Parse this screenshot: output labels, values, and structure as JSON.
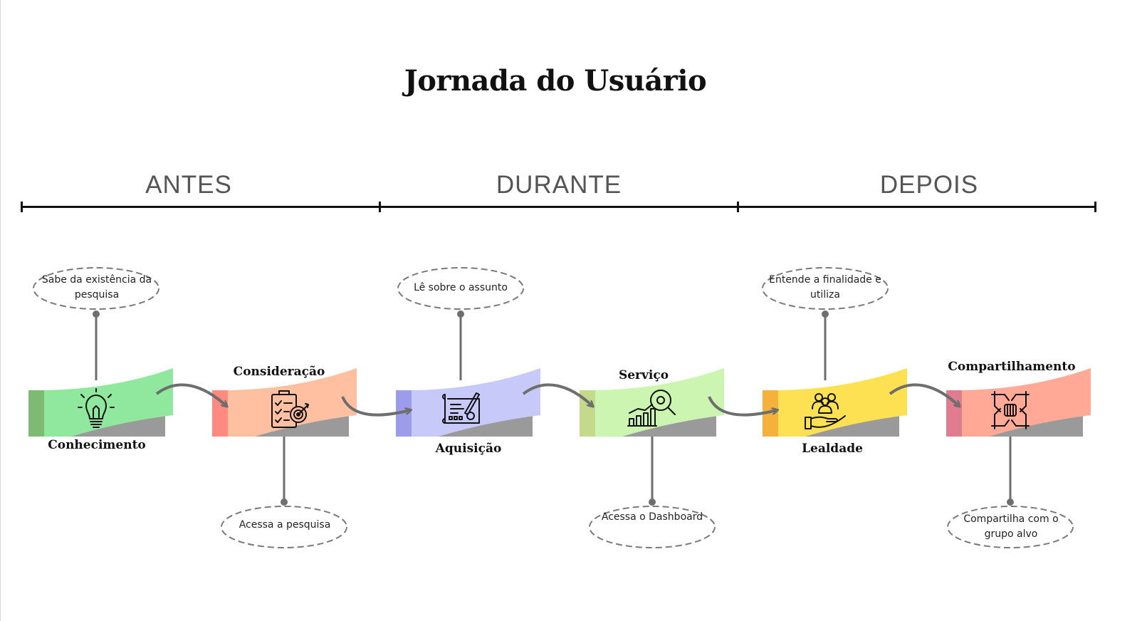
{
  "title": "Jornada do Usuário",
  "phases": [
    "ANTES",
    "DURANTE",
    "DEPOIS"
  ],
  "stages": [
    {
      "name": "Conhecimento",
      "icon": "lightbulb-icon",
      "color": "#8fe89d",
      "tab": "#7dba73",
      "note": "Sabe da existência da pesquisa"
    },
    {
      "name": "Consideração",
      "icon": "checklist-target-icon",
      "color": "#ffbfa0",
      "tab": "#ff8a82",
      "note": "Acessa a pesquisa"
    },
    {
      "name": "Aquisição",
      "icon": "blueprint-icon",
      "color": "#c7caf8",
      "tab": "#9c9ceb",
      "note": "Lê sobre o assunto"
    },
    {
      "name": "Serviço",
      "icon": "analytics-icon",
      "color": "#cbf5b0",
      "tab": "#c4d98c",
      "note": "Acessa o Dashboard"
    },
    {
      "name": "Lealdade",
      "icon": "team-care-icon",
      "color": "#fde153",
      "tab": "#f6b13c",
      "note": "Entende a finalidade e utiliza"
    },
    {
      "name": "Compartilhamento",
      "icon": "joined-hands-icon",
      "color": "#ffa996",
      "tab": "#e07b90",
      "note": "Compartilha com o grupo alvo"
    }
  ]
}
